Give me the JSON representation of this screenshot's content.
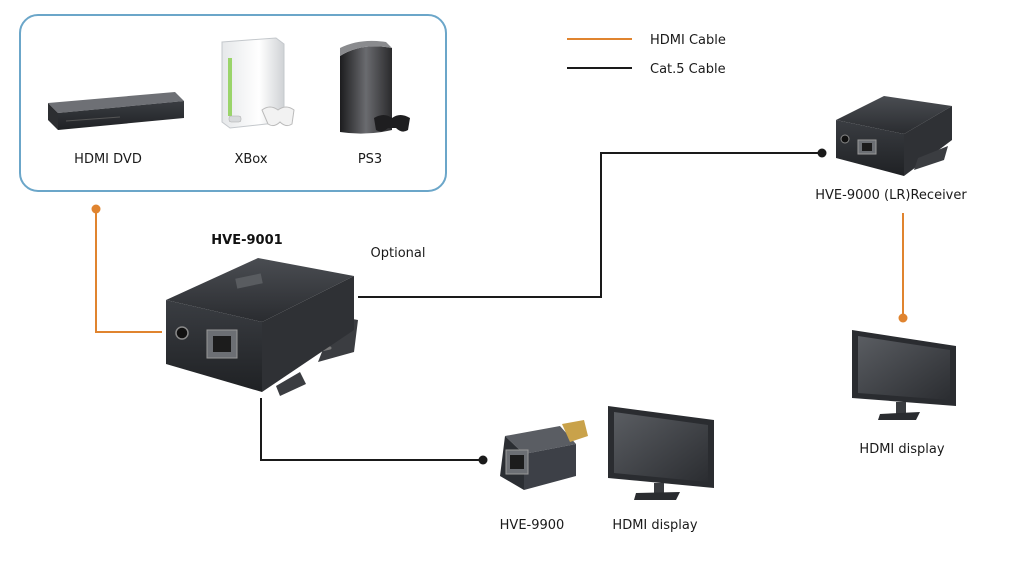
{
  "legend": {
    "hdmi_cable": "HDMI Cable",
    "cat5_cable": "Cat.5 Cable"
  },
  "sources": {
    "dvd": "HDMI DVD",
    "xbox": "XBox",
    "ps3": "PS3"
  },
  "transmitter": {
    "label": "HVE-9001"
  },
  "optional_label": "Optional",
  "receiver": {
    "label": "HVE-9000 (LR)Receiver"
  },
  "receiver_display": {
    "label": "HDMI display"
  },
  "adapter": {
    "label": "HVE-9900"
  },
  "local_display": {
    "label": "HDMI display"
  },
  "colors": {
    "hdmi_cable": "#e0842f",
    "cat5_cable": "#1a1a1a",
    "source_box_border": "#6ba6c9"
  }
}
